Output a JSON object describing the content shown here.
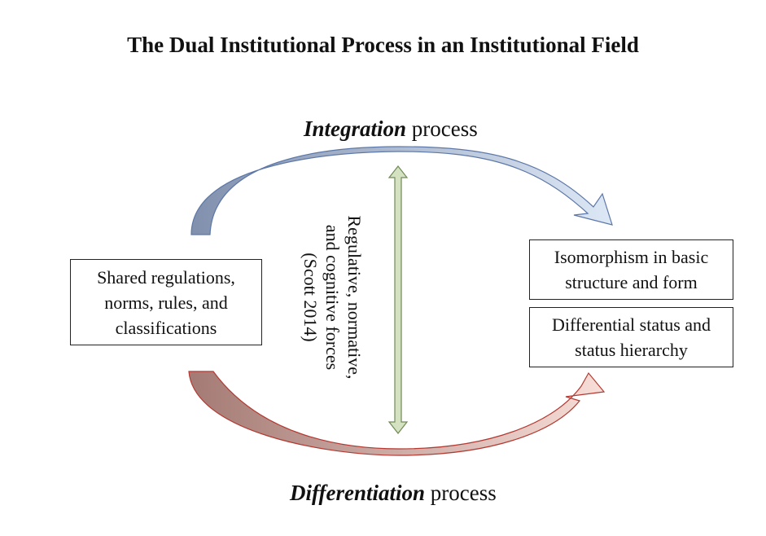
{
  "title": "The Dual Institutional Process in an Institutional Field",
  "integration": {
    "emphasis": "Integration",
    "rest": " process"
  },
  "differentiation": {
    "emphasis": "Differentiation",
    "rest": " process"
  },
  "boxes": {
    "shared": [
      "Shared regulations,",
      "norms, rules, and",
      "classifications"
    ],
    "isomorphism": [
      "Isomorphism in basic",
      "structure and form"
    ],
    "status": [
      "Differential status and",
      "status hierarchy"
    ]
  },
  "forces": [
    "Regulative, normative,",
    "and cognitive forces",
    "(Scott 2014)"
  ],
  "colors": {
    "integration_dark": "#8190ad",
    "integration_light": "#dde8f6",
    "integration_stroke": "#5d78a8",
    "differentiation_dark": "#a47a74",
    "differentiation_light": "#f8ded8",
    "differentiation_stroke": "#b33a32",
    "forces_fill": "#d5e2c2",
    "forces_stroke": "#6f8a55"
  }
}
